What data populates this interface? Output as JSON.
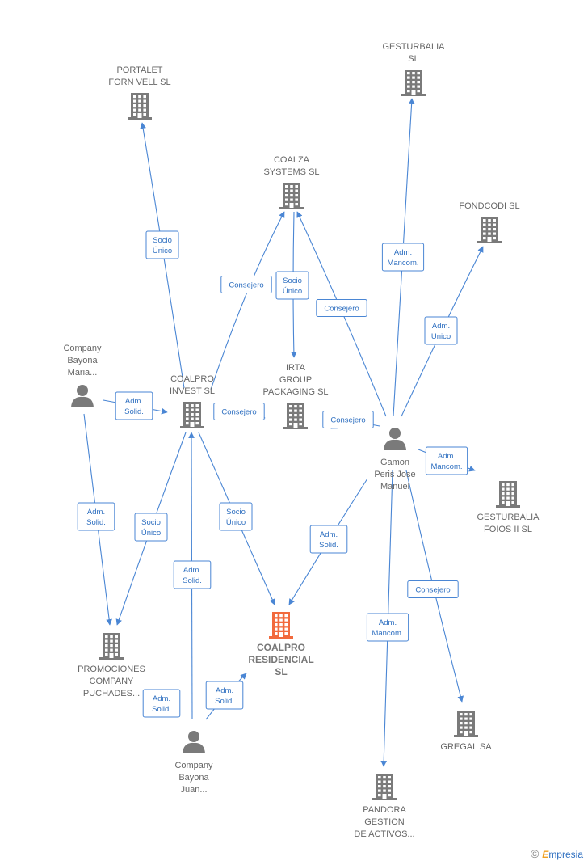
{
  "colors": {
    "node_company": "#7a7a7a",
    "node_focus": "#f26a3d",
    "node_person": "#7a7a7a",
    "edge": "#4a86d4",
    "edge_text": "#2e6fc0"
  },
  "nodes": [
    {
      "id": "portalet",
      "type": "company",
      "icon": "building-icon",
      "label": [
        "PORTALET",
        "FORN VELL  SL"
      ]
    },
    {
      "id": "gesturbalia",
      "type": "company",
      "icon": "building-icon",
      "label": [
        "GESTURBALIA",
        "SL"
      ]
    },
    {
      "id": "coalza",
      "type": "company",
      "icon": "building-icon",
      "label": [
        "COALZA",
        "SYSTEMS SL"
      ]
    },
    {
      "id": "fondcodi",
      "type": "company",
      "icon": "building-icon",
      "label": [
        "FONDCODI  SL"
      ]
    },
    {
      "id": "bayona_maria",
      "type": "person",
      "icon": "person-icon",
      "label": [
        "Company",
        "Bayona",
        "Maria..."
      ]
    },
    {
      "id": "coalpro_invest",
      "type": "company",
      "icon": "building-icon",
      "label": [
        "COALPRO",
        "INVEST  SL"
      ]
    },
    {
      "id": "irta",
      "type": "company",
      "icon": "building-icon",
      "label": [
        "IRTA",
        "GROUP",
        "PACKAGING SL"
      ]
    },
    {
      "id": "gamon",
      "type": "person",
      "icon": "person-icon",
      "label": [
        "Gamon",
        "Peris Jose",
        "Manuel"
      ]
    },
    {
      "id": "gesturbalia_foios",
      "type": "company",
      "icon": "building-icon",
      "label": [
        "GESTURBALIA",
        "FOIOS II  SL"
      ]
    },
    {
      "id": "coalpro_residencial",
      "type": "focus",
      "icon": "building-icon",
      "label": [
        "COALPRO",
        "RESIDENCIAL",
        "SL"
      ]
    },
    {
      "id": "promociones",
      "type": "company",
      "icon": "building-icon",
      "label": [
        "PROMOCIONES",
        "COMPANY",
        "PUCHADES..."
      ]
    },
    {
      "id": "bayona_juan",
      "type": "person",
      "icon": "person-icon",
      "label": [
        "Company",
        "Bayona",
        "Juan..."
      ]
    },
    {
      "id": "gregal",
      "type": "company",
      "icon": "building-icon",
      "label": [
        "GREGAL SA"
      ]
    },
    {
      "id": "pandora",
      "type": "company",
      "icon": "building-icon",
      "label": [
        "PANDORA",
        "GESTION",
        "DE ACTIVOS..."
      ]
    }
  ],
  "edges": [
    {
      "from": "coalpro_invest",
      "to": "portalet",
      "label": [
        "Socio",
        "Único"
      ]
    },
    {
      "from": "coalpro_invest",
      "to": "coalza",
      "label": [
        "Consejero"
      ]
    },
    {
      "from": "coalza",
      "to": "irta",
      "label": [
        "Socio",
        "Único"
      ]
    },
    {
      "from": "gamon",
      "to": "coalza",
      "label": [
        "Consejero"
      ]
    },
    {
      "from": "gamon",
      "to": "gesturbalia",
      "label": [
        "Adm.",
        "Mancom."
      ]
    },
    {
      "from": "gamon",
      "to": "fondcodi",
      "label": [
        "Adm.",
        "Unico"
      ]
    },
    {
      "from": "bayona_maria",
      "to": "coalpro_invest",
      "label": [
        "Adm.",
        "Solid."
      ]
    },
    {
      "from": "coalpro_invest",
      "to": "irta",
      "label": [
        "Consejero"
      ]
    },
    {
      "from": "gamon",
      "to": "irta",
      "label": [
        "Consejero"
      ]
    },
    {
      "from": "gamon",
      "to": "gesturbalia_foios",
      "label": [
        "Adm.",
        "Mancom."
      ]
    },
    {
      "from": "bayona_maria",
      "to": "promociones",
      "label": [
        "Adm.",
        "Solid."
      ]
    },
    {
      "from": "coalpro_invest",
      "to": "promociones",
      "label": [
        "Socio",
        "Único"
      ]
    },
    {
      "from": "coalpro_invest",
      "to": "coalpro_residencial",
      "label": [
        "Socio",
        "Único"
      ]
    },
    {
      "from": "bayona_juan",
      "to": "coalpro_invest",
      "label": [
        "Adm.",
        "Solid."
      ]
    },
    {
      "from": "gamon",
      "to": "coalpro_residencial",
      "label": [
        "Adm.",
        "Solid."
      ]
    },
    {
      "from": "gamon",
      "to": "gregal",
      "label": [
        "Consejero"
      ]
    },
    {
      "from": "gamon",
      "to": "pandora",
      "label": [
        "Adm.",
        "Mancom."
      ]
    },
    {
      "from": "bayona_juan",
      "to": "coalpro_residencial",
      "label": [
        "Adm.",
        "Solid."
      ]
    },
    {
      "from": "bayona_juan",
      "to": "promociones",
      "label": [
        "Adm.",
        "Solid."
      ]
    }
  ],
  "watermark": {
    "symbol": "©",
    "brand_initial": "E",
    "brand_rest": "mpresia"
  }
}
